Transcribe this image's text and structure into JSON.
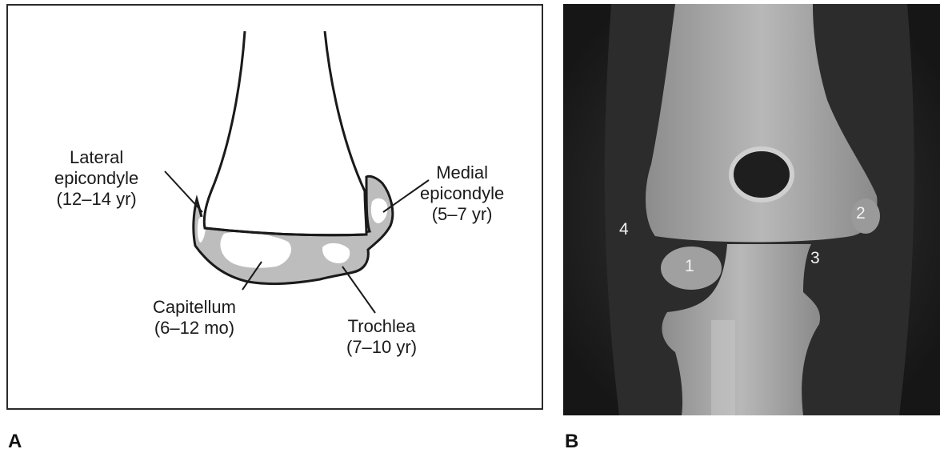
{
  "panel_a": {
    "letter": "A",
    "labels": {
      "lateral_epicondyle": [
        "Lateral",
        "epicondyle",
        "(12–14 yr)"
      ],
      "medial_epicondyle": [
        "Medial",
        "epicondyle",
        "(5–7 yr)"
      ],
      "capitellum": [
        "Capitellum",
        "(6–12 mo)"
      ],
      "trochlea": [
        "Trochlea",
        "(7–10 yr)"
      ]
    }
  },
  "panel_b": {
    "letter": "B",
    "markers": {
      "m1": "1",
      "m2": "2",
      "m3": "3",
      "m4": "4"
    }
  },
  "colors": {
    "ossification_gray": "#bdbdbd",
    "outline": "#1a1a1a",
    "xray_bg": "#1c1c1c",
    "bone": "#a9a9a9"
  }
}
